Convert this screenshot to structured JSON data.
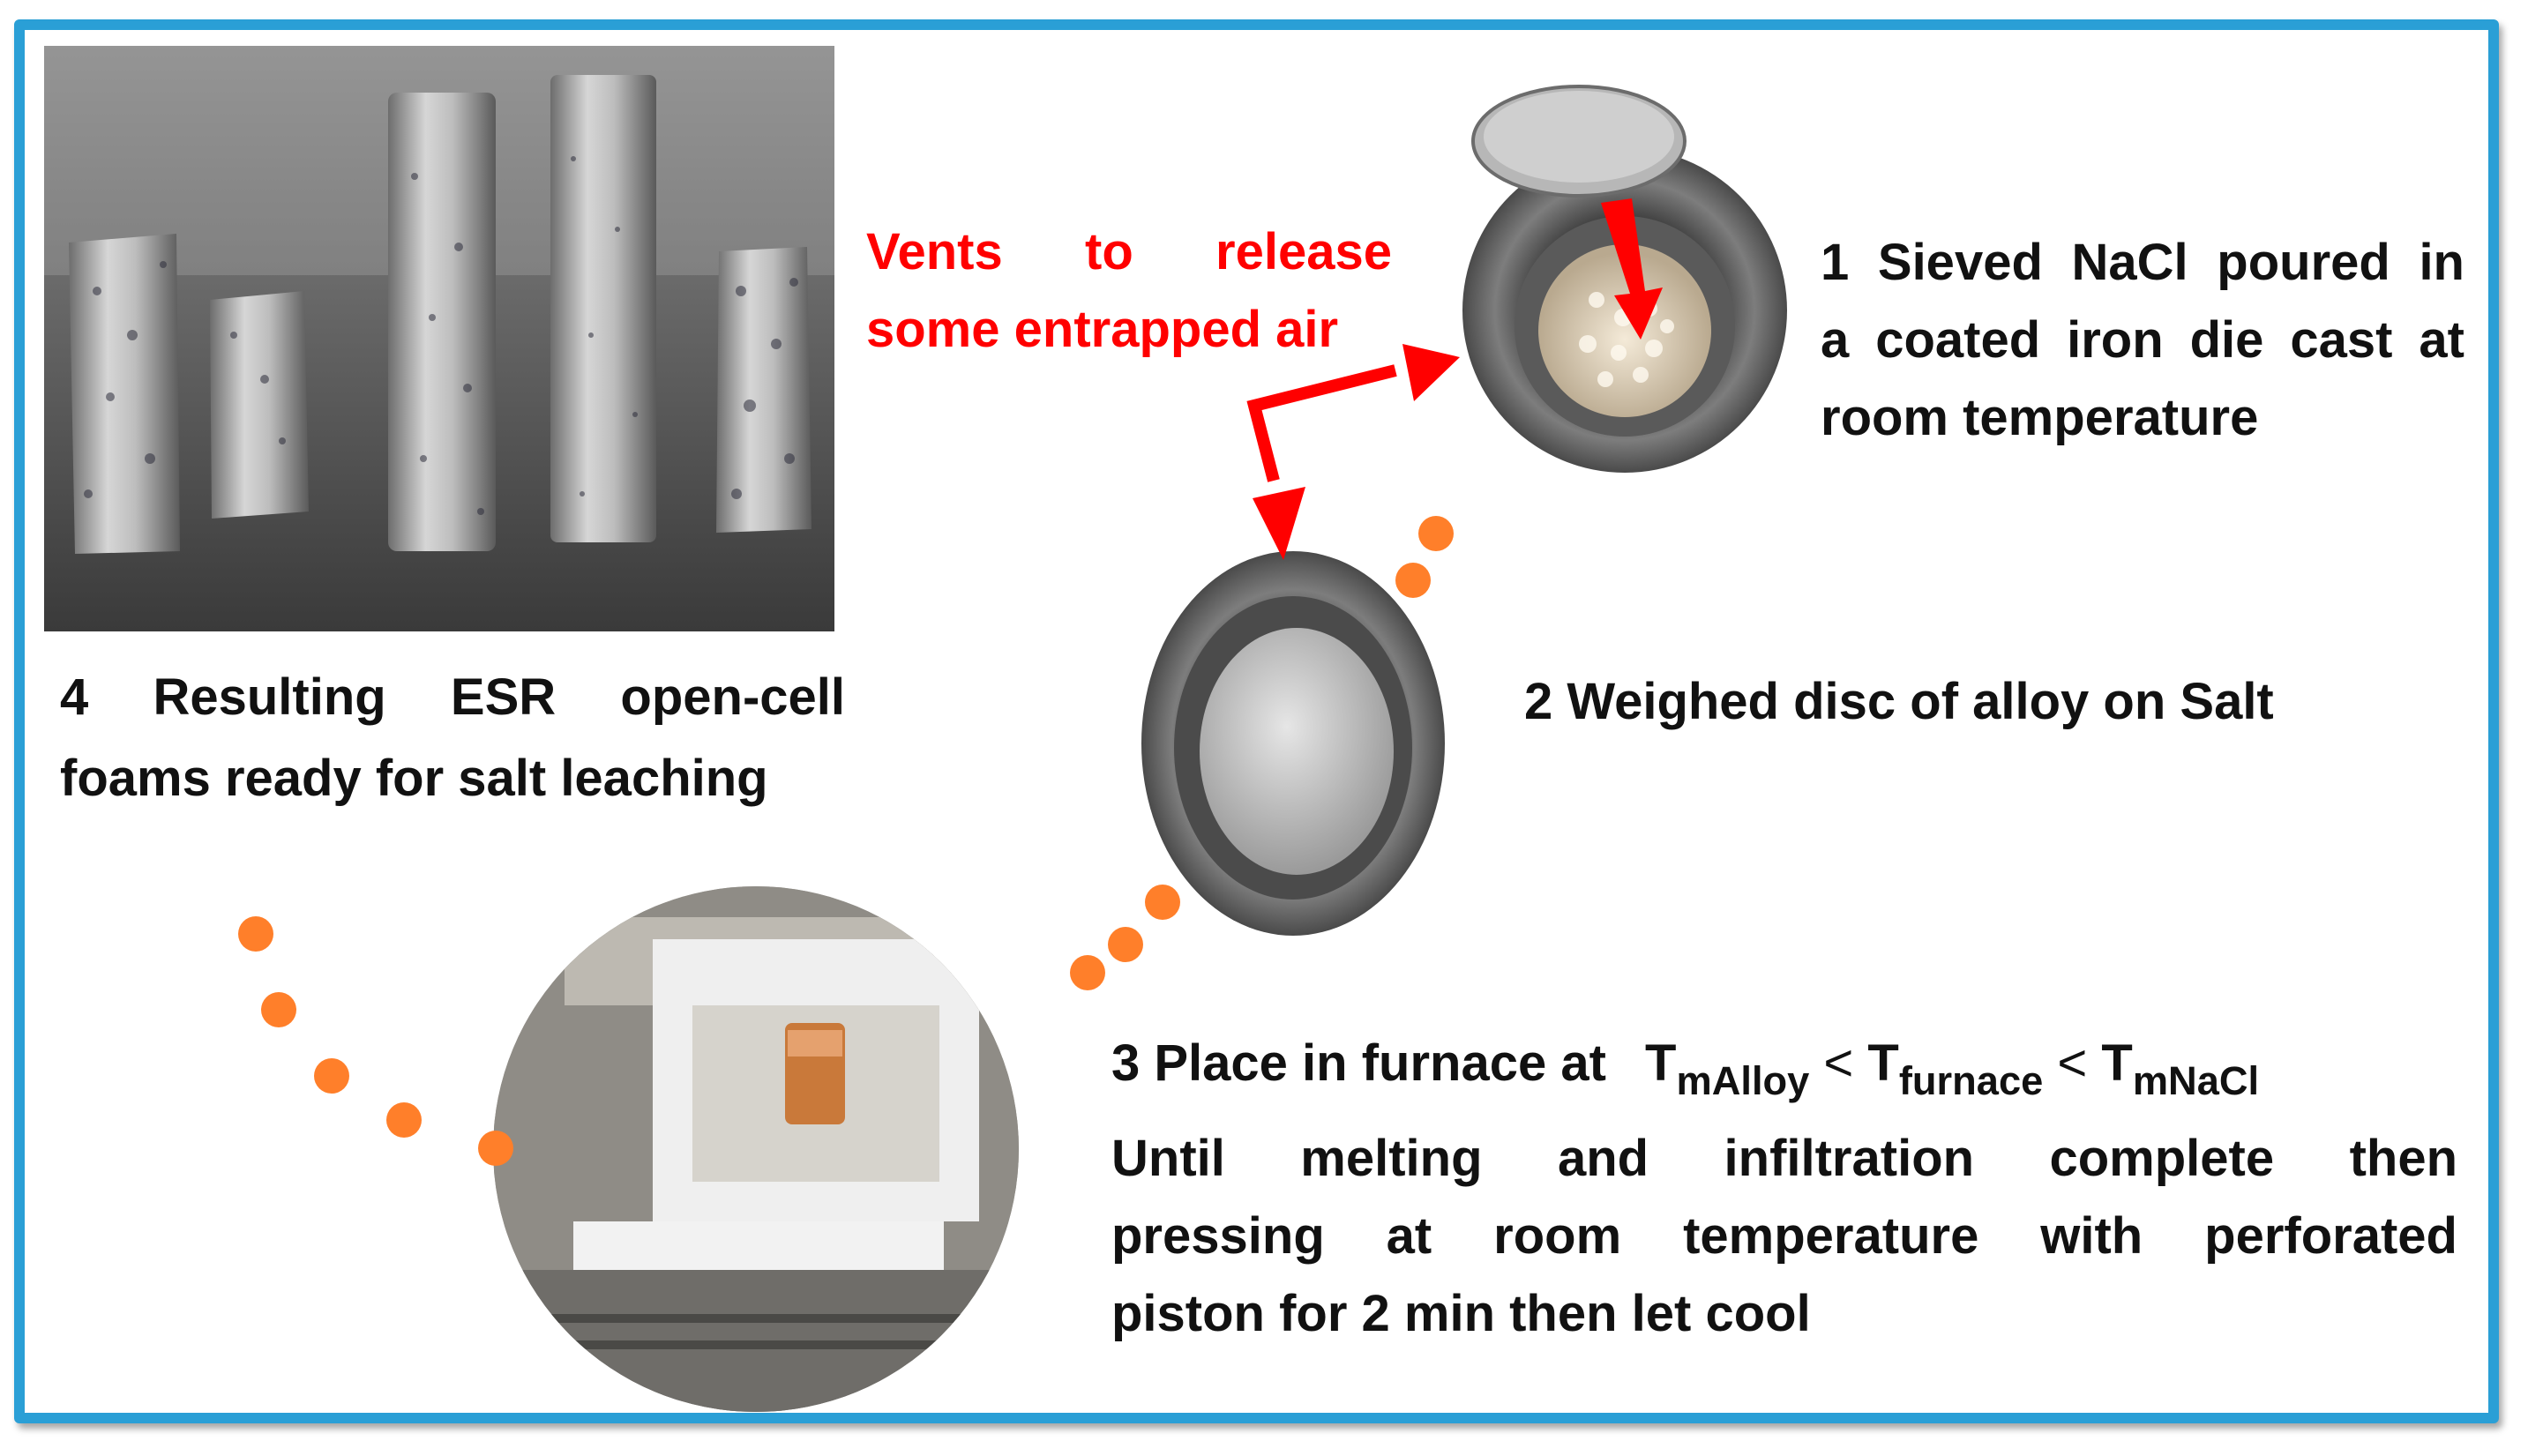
{
  "colors": {
    "border": "#2a9fd6",
    "arrow": "#ff0000",
    "dots": "#ff7f2a",
    "text": "#111111",
    "vent_text": "#ff0000"
  },
  "vent_label": {
    "line1": "Vents to release",
    "line2": "some entrapped air"
  },
  "steps": {
    "step1": {
      "lines": [
        "1 Sieved NaCl poured in",
        "a coated iron die cast at",
        "room temperature"
      ]
    },
    "step2": {
      "text": "2 Weighed disc of alloy on Salt"
    },
    "step3": {
      "prefix": "3 Place in furnace at",
      "formula": {
        "t1": "T",
        "s1": "mAlloy",
        "lt1": "<",
        "t2": "T",
        "s2": "furnace",
        "lt2": "<",
        "t3": "T",
        "s3": "mNaCl"
      },
      "lines": [
        "Until melting and infiltration complete then",
        "pressing at room temperature with perforated",
        "piston for 2 min then let cool"
      ]
    },
    "step4": {
      "lines": [
        "4 Resulting ESR open-cell",
        "foams ready for salt leaching"
      ]
    }
  },
  "images": {
    "foams_photo": "photo-foam-samples",
    "die_with_salt": "photo-die-with-salt",
    "die_with_disc": "photo-die-with-alloy-disc",
    "furnace": "photo-furnace"
  }
}
